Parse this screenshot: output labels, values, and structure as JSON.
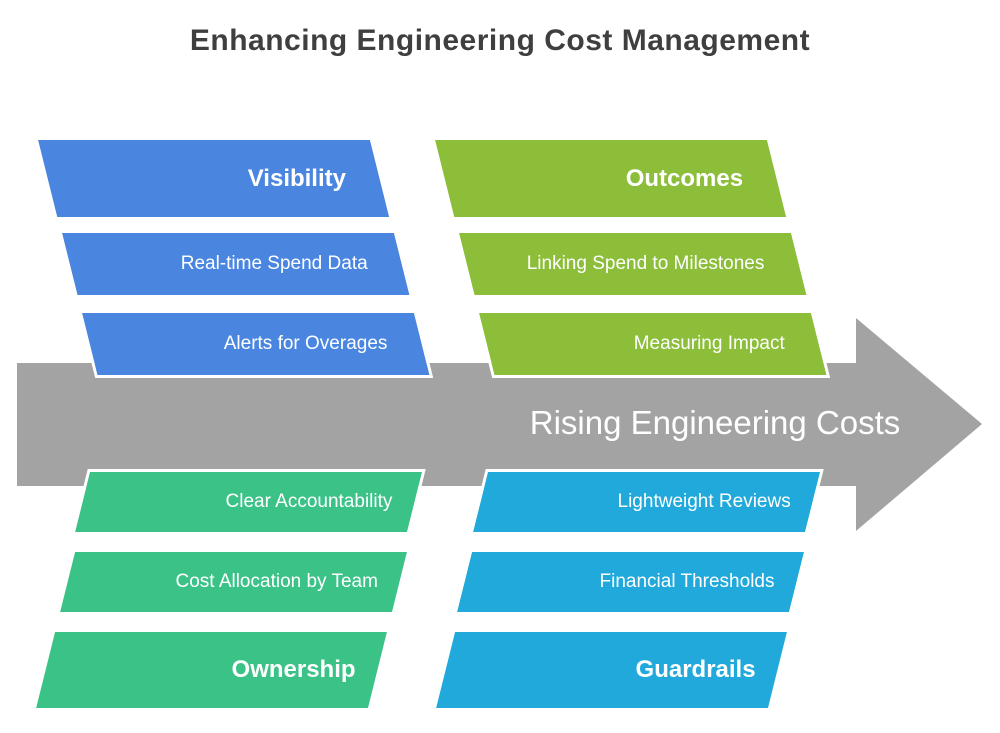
{
  "title": "Enhancing Engineering Cost Management",
  "arrow": {
    "label": "Rising Engineering Costs",
    "color": "#a3a3a3",
    "text_color": "#ffffff"
  },
  "colors": {
    "title_text": "#3f3f3f",
    "shape_text": "#ffffff",
    "shape_outline": "#ffffff",
    "blue": "#4a86e0",
    "green": "#8cbe3a",
    "emerald": "#3bc287",
    "cyan": "#21a9db"
  },
  "groups": [
    {
      "position": "top-left",
      "color": "#4a86e0",
      "header": "Visibility",
      "items": [
        "Real-time Spend Data",
        "Alerts for Overages"
      ]
    },
    {
      "position": "top-right",
      "color": "#8cbe3a",
      "header": "Outcomes",
      "items": [
        "Linking Spend to Milestones",
        "Measuring Impact"
      ]
    },
    {
      "position": "bottom-left",
      "color": "#3bc287",
      "header": "Ownership",
      "items": [
        "Clear Accountability",
        "Cost Allocation by Team"
      ]
    },
    {
      "position": "bottom-right",
      "color": "#21a9db",
      "header": "Guardrails",
      "items": [
        "Lightweight Reviews",
        "Financial Thresholds"
      ]
    }
  ]
}
